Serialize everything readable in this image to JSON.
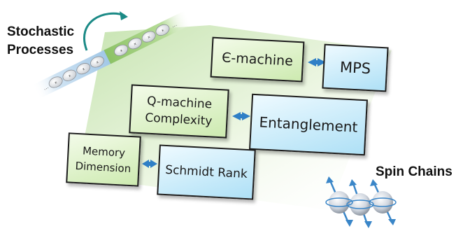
{
  "labels": {
    "stochastic": "Stochastic",
    "processes": "Processes",
    "spin_chains": "Spin Chains"
  },
  "boxes": {
    "emachine": "Є-machine",
    "mps": "MPS",
    "qmachine_line1": "Q-machine",
    "qmachine_line2": "Complexity",
    "entanglement": "Entanglement",
    "memory_line1": "Memory",
    "memory_line2": "Dimension",
    "schmidt": "Schmidt Rank"
  },
  "colors": {
    "green_box": "#cdeab0",
    "blue_box": "#aee0f6",
    "backdrop": "#cfe8b6",
    "arrow": "#2f7fc6",
    "curved_arrow": "#1b8a86"
  }
}
